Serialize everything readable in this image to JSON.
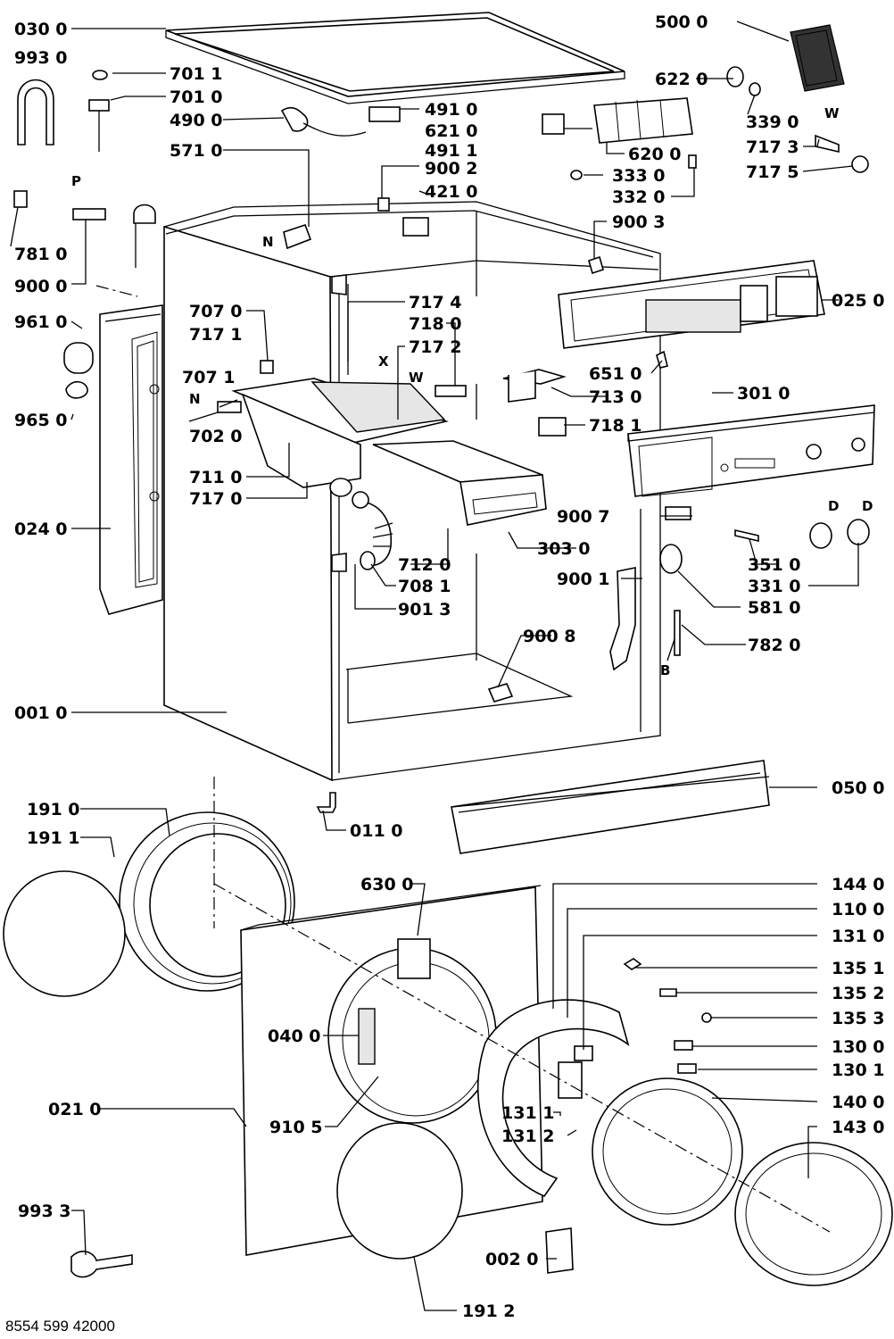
{
  "footer_code": "8554 599 42000",
  "callouts": [
    {
      "text": "030 0"
    },
    {
      "text": "993 0"
    },
    {
      "text": "701 1"
    },
    {
      "text": "701 0"
    },
    {
      "text": "490 0"
    },
    {
      "text": "491 0"
    },
    {
      "text": "621 0"
    },
    {
      "text": "491 1"
    },
    {
      "text": "571 0"
    },
    {
      "text": "900 2"
    },
    {
      "text": "421 0"
    },
    {
      "text": "500 0"
    },
    {
      "text": "622 0"
    },
    {
      "text": "339 0"
    },
    {
      "text": "620 0"
    },
    {
      "text": "333 0"
    },
    {
      "text": "332 0"
    },
    {
      "text": "717 3"
    },
    {
      "text": "717 5"
    },
    {
      "text": "900 3"
    },
    {
      "text": "781 0"
    },
    {
      "text": "900 0"
    },
    {
      "text": "025 0"
    },
    {
      "text": "961 0"
    },
    {
      "text": "707 0"
    },
    {
      "text": "717 1"
    },
    {
      "text": "717 4"
    },
    {
      "text": "718 0"
    },
    {
      "text": "717 2"
    },
    {
      "text": "651 0"
    },
    {
      "text": "707 1"
    },
    {
      "text": "713 0"
    },
    {
      "text": "965 0"
    },
    {
      "text": "702 0"
    },
    {
      "text": "718 1"
    },
    {
      "text": "301 0"
    },
    {
      "text": "711 0"
    },
    {
      "text": "717 0"
    },
    {
      "text": "900 7"
    },
    {
      "text": "024 0"
    },
    {
      "text": "303 0"
    },
    {
      "text": "712 0"
    },
    {
      "text": "708 1"
    },
    {
      "text": "900 1"
    },
    {
      "text": "351 0"
    },
    {
      "text": "331 0"
    },
    {
      "text": "901 3"
    },
    {
      "text": "581 0"
    },
    {
      "text": "782 0"
    },
    {
      "text": "900 8"
    },
    {
      "text": "001 0"
    },
    {
      "text": "050 0"
    },
    {
      "text": "191 0"
    },
    {
      "text": "191 1"
    },
    {
      "text": "011 0"
    },
    {
      "text": "630 0"
    },
    {
      "text": "144 0"
    },
    {
      "text": "110 0"
    },
    {
      "text": "131 0"
    },
    {
      "text": "135 1"
    },
    {
      "text": "135 2"
    },
    {
      "text": "135 3"
    },
    {
      "text": "040 0"
    },
    {
      "text": "130 0"
    },
    {
      "text": "130 1"
    },
    {
      "text": "140 0"
    },
    {
      "text": "021 0"
    },
    {
      "text": "131 1"
    },
    {
      "text": "910 5"
    },
    {
      "text": "131 2"
    },
    {
      "text": "143 0"
    },
    {
      "text": "993 3"
    },
    {
      "text": "002 0"
    },
    {
      "text": "191 2"
    }
  ],
  "letters": [
    {
      "text": "W"
    },
    {
      "text": "P"
    },
    {
      "text": "N"
    },
    {
      "text": "X"
    },
    {
      "text": "W"
    },
    {
      "text": "N"
    },
    {
      "text": "D"
    },
    {
      "text": "D"
    },
    {
      "text": "B"
    }
  ]
}
